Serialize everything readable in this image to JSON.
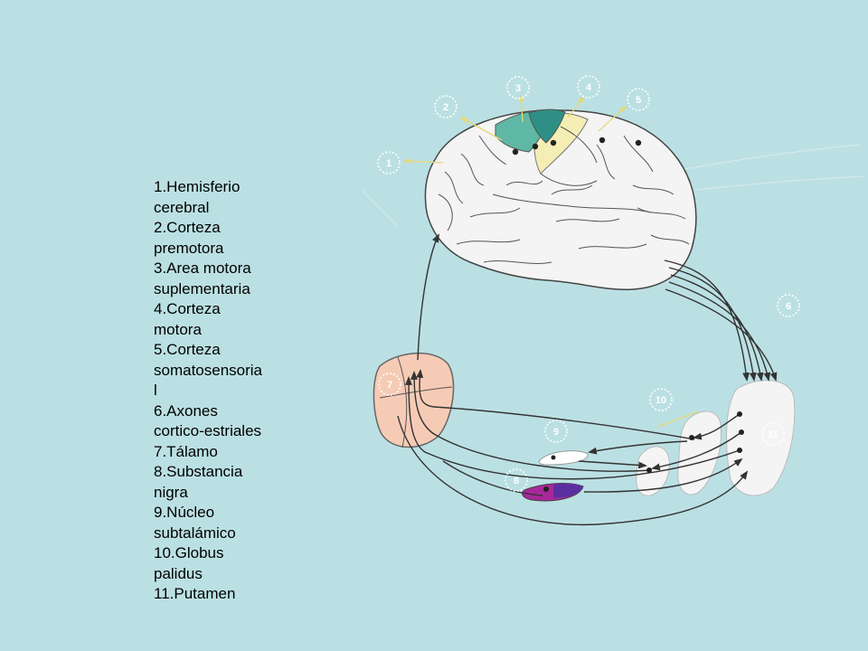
{
  "legend": {
    "items": [
      "1.Hemisferio\ncerebral",
      "2.Corteza\npremotora",
      "3.Area motora\nsuplementaria",
      "4.Corteza\nmotora",
      "5.Corteza\nsomatosensoria\nl",
      "6.Axones\ncortico-estriales",
      "7.Tálamo",
      "8.Substancia\nnigra",
      "9.Núcleo\nsubtalámico",
      "10.Globus\npalidus",
      "11.Putamen"
    ]
  },
  "diagram": {
    "badges": [
      "1",
      "2",
      "3",
      "4",
      "5",
      "6",
      "7",
      "8",
      "9",
      "10",
      "11"
    ]
  },
  "colors": {
    "background": "#bbe0e3",
    "brain": "#f4f4f4",
    "premotor": "#5fb7a5",
    "supplementary": "#2d8f85",
    "somatosensory": "#f4eeb4",
    "thalamus": "#f6cbb5",
    "substantia_nigra": "#a8289a",
    "substantia_nigra_dark": "#5a2fa0",
    "subthalamic": "#ffffff",
    "globus_pallidus": "#f4f4f4",
    "putamen": "#f4f4f4",
    "badge": "#ffffff",
    "pointer": "#e7d874"
  }
}
